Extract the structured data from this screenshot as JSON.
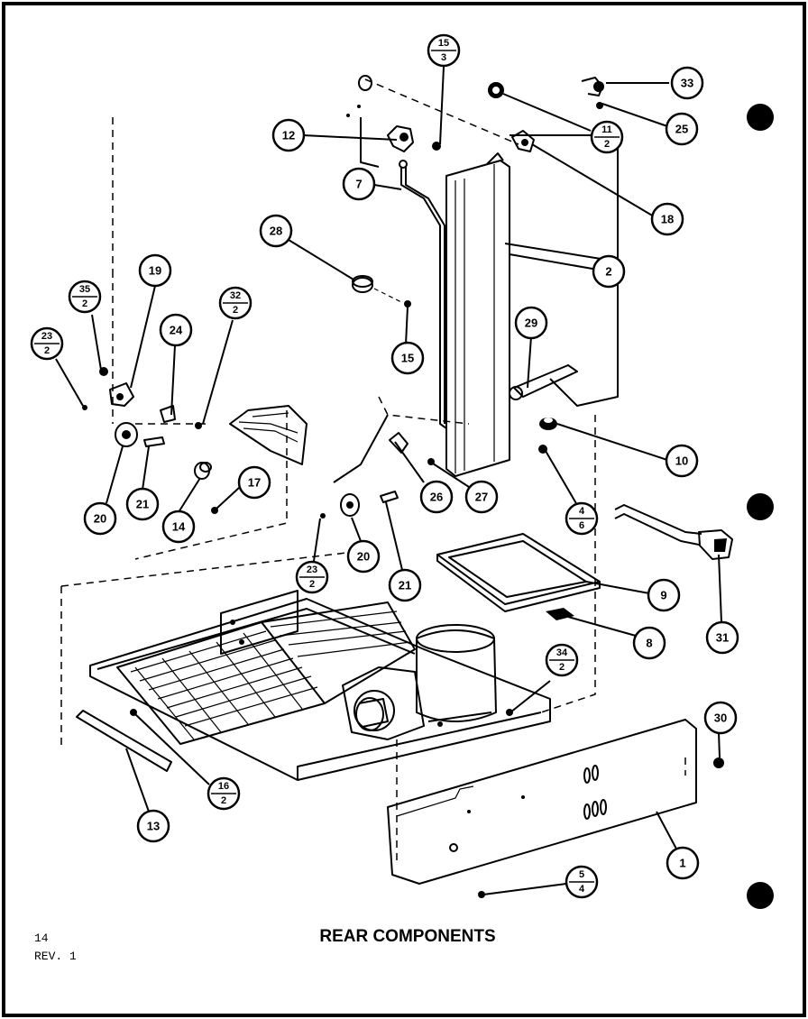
{
  "title": "REAR COMPONENTS",
  "page_number": "14",
  "revision": "REV. 1",
  "callouts": {
    "c1": {
      "part": "1"
    },
    "c2": {
      "part": "2"
    },
    "c7": {
      "part": "7"
    },
    "c8": {
      "part": "8"
    },
    "c9": {
      "part": "9"
    },
    "c10": {
      "part": "10"
    },
    "c12": {
      "part": "12"
    },
    "c13": {
      "part": "13"
    },
    "c14": {
      "part": "14"
    },
    "c15": {
      "part": "15"
    },
    "c17": {
      "part": "17"
    },
    "c18": {
      "part": "18"
    },
    "c19": {
      "part": "19"
    },
    "c20a": {
      "part": "20"
    },
    "c20b": {
      "part": "20"
    },
    "c21a": {
      "part": "21"
    },
    "c21b": {
      "part": "21"
    },
    "c24": {
      "part": "24"
    },
    "c25": {
      "part": "25"
    },
    "c26": {
      "part": "26"
    },
    "c27": {
      "part": "27"
    },
    "c28": {
      "part": "28"
    },
    "c29": {
      "part": "29"
    },
    "c30": {
      "part": "30"
    },
    "c31": {
      "part": "31"
    },
    "c33": {
      "part": "33"
    },
    "f15_3": {
      "part": "15",
      "qty": "3"
    },
    "f11_2": {
      "part": "11",
      "qty": "2"
    },
    "f35_2": {
      "part": "35",
      "qty": "2"
    },
    "f32_2": {
      "part": "32",
      "qty": "2"
    },
    "f23_2a": {
      "part": "23",
      "qty": "2"
    },
    "f23_2b": {
      "part": "23",
      "qty": "2"
    },
    "f4_6": {
      "part": "4",
      "qty": "6"
    },
    "f34_2": {
      "part": "34",
      "qty": "2"
    },
    "f16_2": {
      "part": "16",
      "qty": "2"
    },
    "f5_4": {
      "part": "5",
      "qty": "4"
    }
  }
}
